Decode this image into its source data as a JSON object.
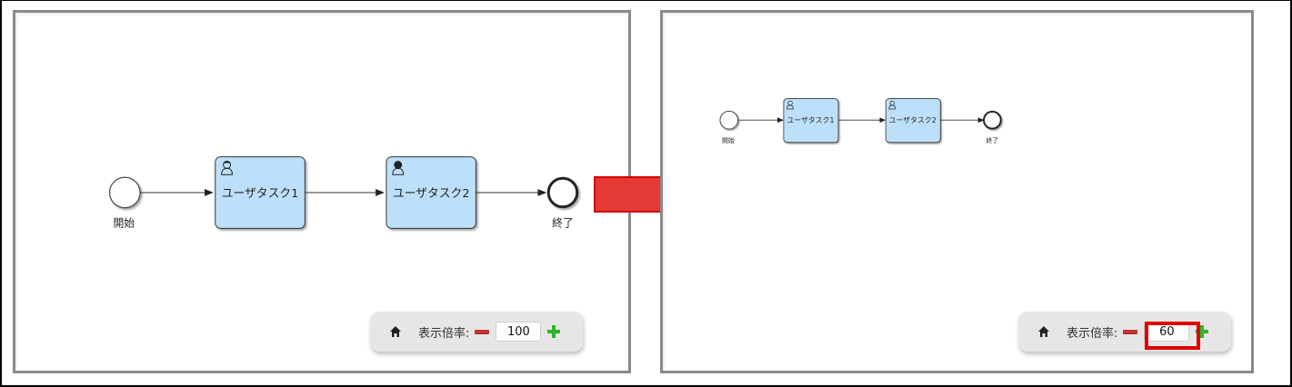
{
  "panels": [
    {
      "id": "before",
      "diagram": {
        "start_event": {
          "label": "開始"
        },
        "tasks": [
          {
            "label": "ユーザタスク1",
            "icon": "user-icon"
          },
          {
            "label": "ユーザタスク2",
            "icon": "user-icon"
          }
        ],
        "end_event": {
          "label": "終了"
        }
      },
      "zoom_toolbar": {
        "home_icon": "home-icon",
        "label": "表示倍率:",
        "minus_icon": "minus-icon",
        "value": "100",
        "plus_icon": "plus-icon"
      }
    },
    {
      "id": "after",
      "diagram": {
        "start_event": {
          "label": "開始"
        },
        "tasks": [
          {
            "label": "ユーザタスク1",
            "icon": "user-icon"
          },
          {
            "label": "ユーザタスク2",
            "icon": "user-icon"
          }
        ],
        "end_event": {
          "label": "終了"
        }
      },
      "zoom_toolbar": {
        "home_icon": "home-icon",
        "label": "表示倍率:",
        "minus_icon": "minus-icon",
        "value": "60",
        "plus_icon": "plus-icon"
      },
      "highlighted": "zoom-input"
    }
  ],
  "transition_arrow": {
    "icon": "right-arrow-icon"
  },
  "colors": {
    "task_fill": "#bde0fa",
    "task_stroke": "#333333",
    "arrow_fill": "#e53935",
    "arrow_stroke": "#d40000",
    "highlight": "#e00000",
    "minus": "#c83232",
    "plus": "#2db52d",
    "toolbar_bg": "#e6e6e6"
  }
}
